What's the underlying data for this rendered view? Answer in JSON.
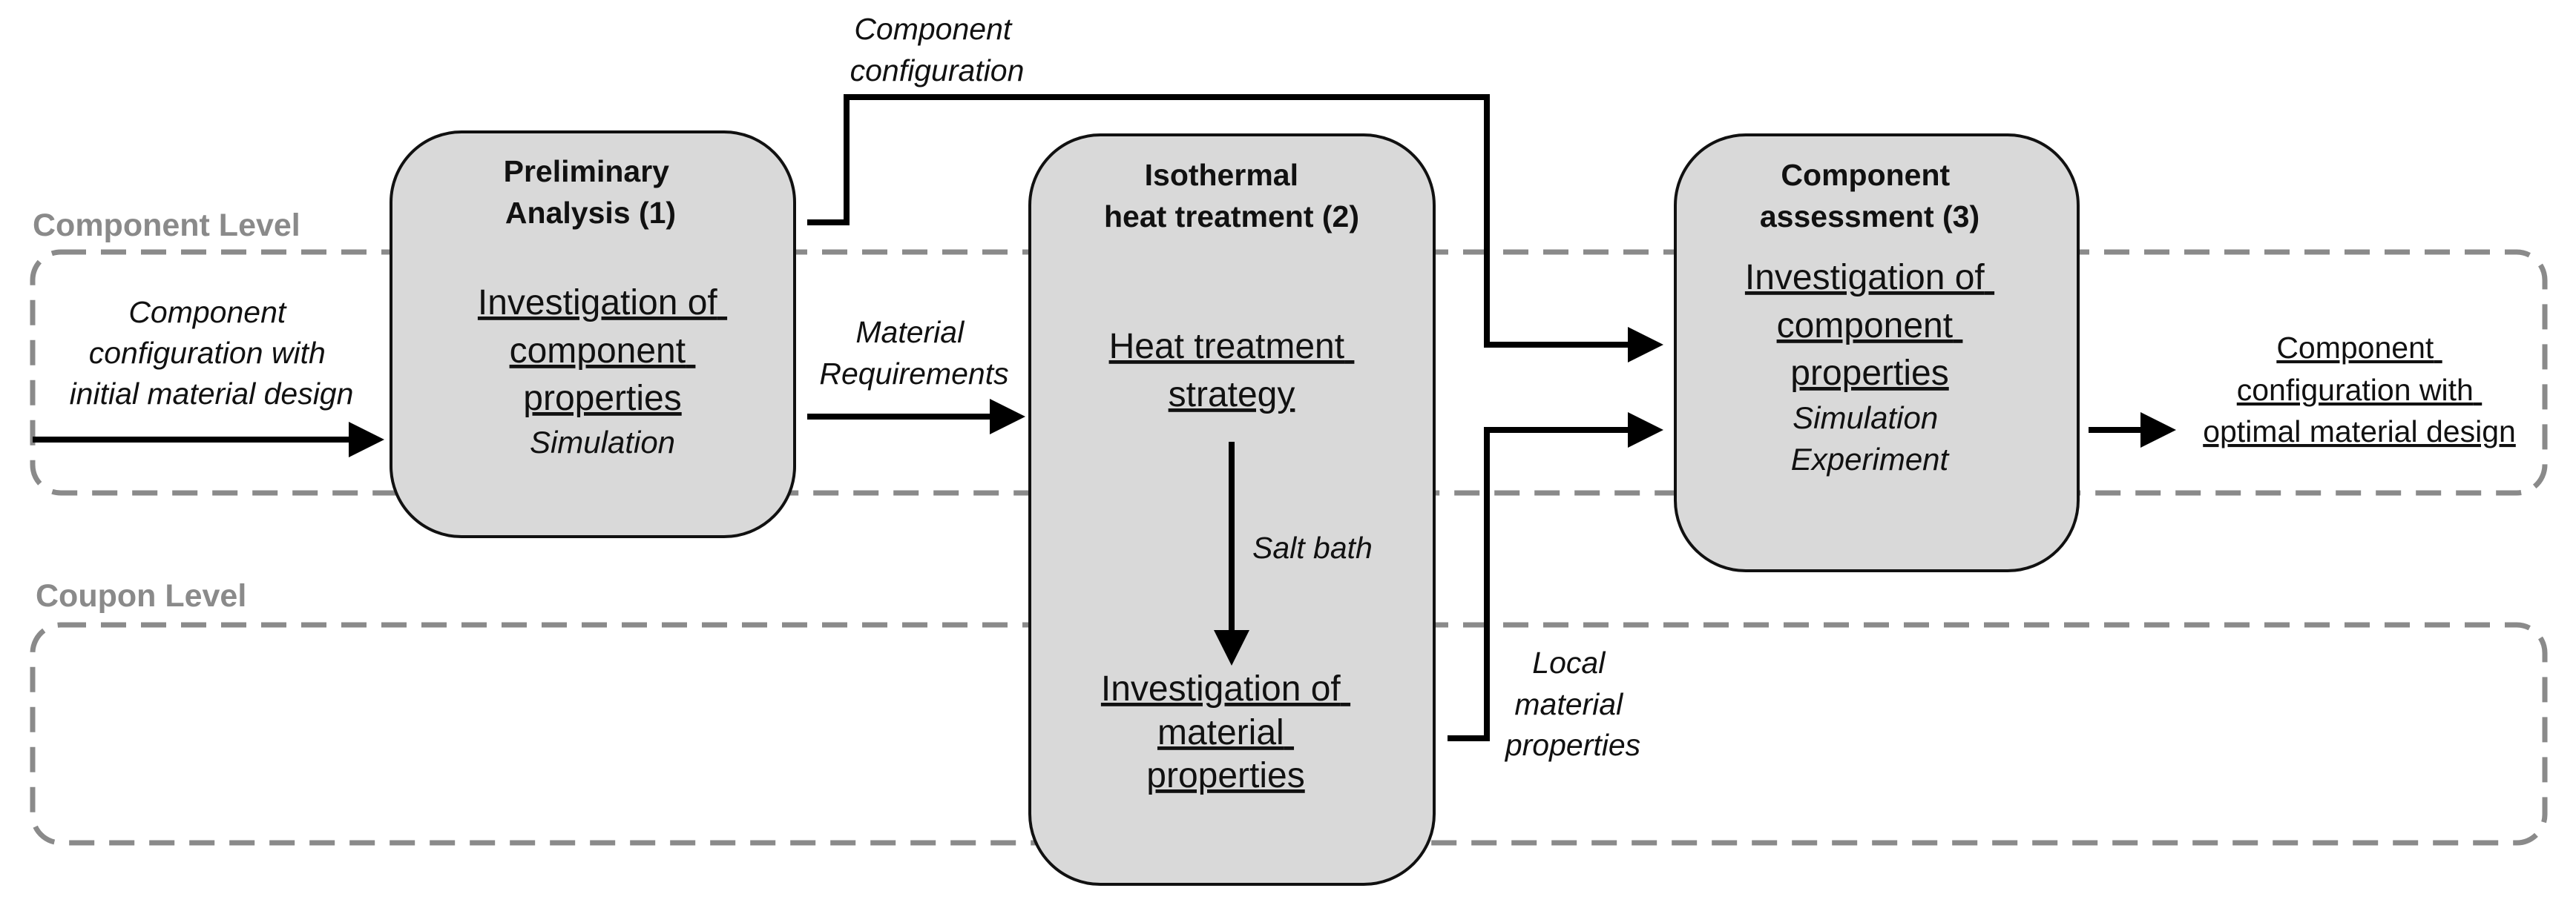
{
  "levels": {
    "component": "Component Level",
    "coupon": "Coupon Level"
  },
  "boxes": {
    "preliminary": {
      "title": [
        "Preliminary",
        "Analysis (1)"
      ],
      "main": [
        "Investigation of",
        "component",
        "properties"
      ],
      "sub": [
        "Simulation"
      ]
    },
    "isothermal": {
      "title": [
        "Isothermal",
        "heat treatment (2)"
      ],
      "main_top": [
        "Heat treatment",
        "strategy"
      ],
      "main_bottom": [
        "Investigation of",
        "material",
        "properties"
      ]
    },
    "assessment": {
      "title": [
        "Component",
        "assessment (3)"
      ],
      "main": [
        "Investigation of",
        "component",
        "properties"
      ],
      "sub": [
        "Simulation",
        "Experiment"
      ]
    }
  },
  "labels": {
    "input": [
      "Component",
      "configuration with",
      "initial material design"
    ],
    "component_configuration": [
      "Component",
      "configuration"
    ],
    "material_requirements": [
      "Material",
      "Requirements"
    ],
    "salt_bath": "Salt bath",
    "local_material_properties": [
      "Local",
      "material",
      "properties"
    ],
    "output": [
      "Component",
      "configuration with",
      "optimal material design"
    ]
  }
}
